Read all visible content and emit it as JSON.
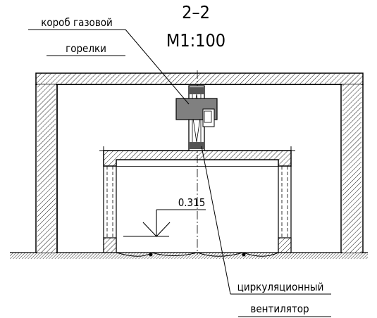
{
  "section": {
    "title": "2–2",
    "scale": "M1:100"
  },
  "labels": {
    "burner_box_line1": "короб газовой",
    "burner_box_line2": "горелки",
    "fan_line1": "циркуляционный",
    "fan_line2": "вентилятор",
    "level_mark": "0.315"
  },
  "colors": {
    "line": "#000000",
    "hatch": "#000000",
    "burner_fill": "#808080",
    "background": "#ffffff"
  }
}
